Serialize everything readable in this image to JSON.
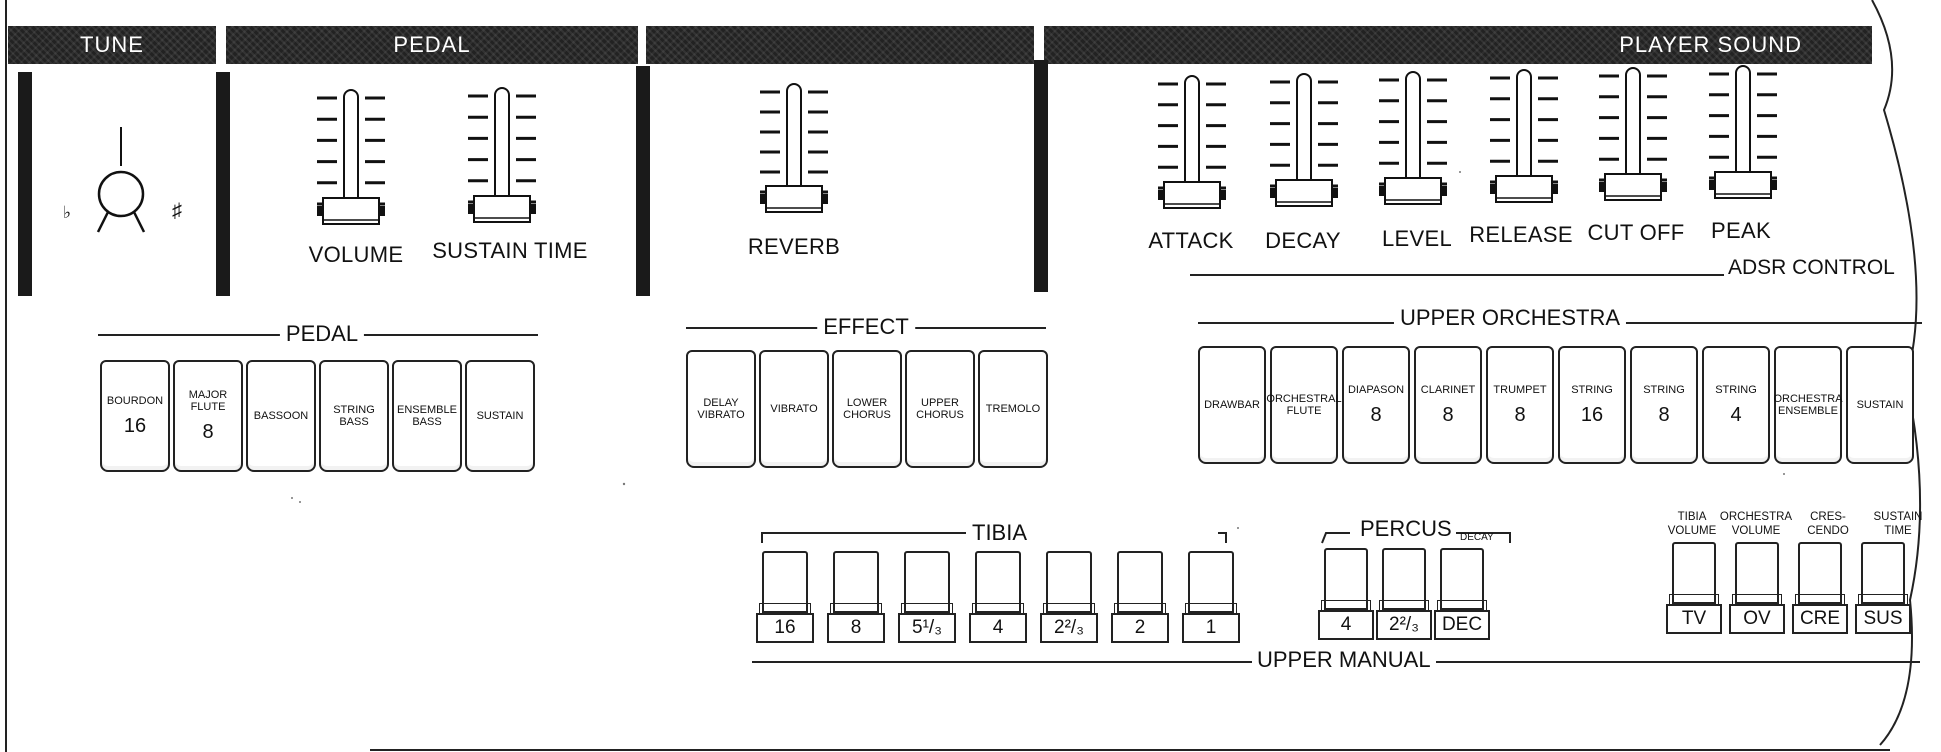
{
  "headers": {
    "tune": "TUNE",
    "pedal": "PEDAL",
    "player_sound": "PLAYER SOUND"
  },
  "tune_knob": {
    "flat": "♭",
    "sharp": "♯"
  },
  "sliders": {
    "volume": "VOLUME",
    "sustain_time": "SUSTAIN TIME",
    "reverb": "REVERB",
    "attack": "ATTACK",
    "decay": "DECAY",
    "level": "LEVEL",
    "release": "RELEASE",
    "cut_off": "CUT OFF",
    "peak": "PEAK"
  },
  "adsr_control": "ADSR CONTROL",
  "pedal_group": {
    "title": "PEDAL",
    "tabs": [
      {
        "name": "BOURDON",
        "foot": "16"
      },
      {
        "name": "MAJOR\nFLUTE",
        "foot": "8"
      },
      {
        "name": "BASSOON",
        "foot": ""
      },
      {
        "name": "STRING\nBASS",
        "foot": ""
      },
      {
        "name": "ENSEMBLE\nBASS",
        "foot": ""
      },
      {
        "name": "SUSTAIN",
        "foot": ""
      }
    ]
  },
  "effect_group": {
    "title": "EFFECT",
    "tabs": [
      {
        "name": "DELAY\nVIBRATO"
      },
      {
        "name": "VIBRATO"
      },
      {
        "name": "LOWER\nCHORUS"
      },
      {
        "name": "UPPER\nCHORUS"
      },
      {
        "name": "TREMOLO"
      }
    ]
  },
  "upper_orchestra": {
    "title": "UPPER ORCHESTRA",
    "tabs": [
      {
        "name": "DRAWBAR",
        "foot": ""
      },
      {
        "name": "ORCHESTRAL\nFLUTE",
        "foot": ""
      },
      {
        "name": "DIAPASON",
        "foot": "8"
      },
      {
        "name": "CLARINET",
        "foot": "8"
      },
      {
        "name": "TRUMPET",
        "foot": "8"
      },
      {
        "name": "STRING",
        "foot": "16"
      },
      {
        "name": "STRING",
        "foot": "8"
      },
      {
        "name": "STRING",
        "foot": "4"
      },
      {
        "name": "ORCHESTRA\nENSEMBLE",
        "foot": ""
      },
      {
        "name": "SUSTAIN",
        "foot": ""
      }
    ]
  },
  "tibia": {
    "title": "TIBIA",
    "keys": [
      "16",
      "8",
      "5¹/₃",
      "4",
      "2²/₃",
      "2",
      "1"
    ]
  },
  "percus": {
    "title": "PERCUS",
    "decay": "DECAY",
    "keys": [
      "4",
      "2²/₃",
      "DEC"
    ]
  },
  "expression": {
    "labels": [
      "TIBIA\nVOLUME",
      "ORCHESTRA\nVOLUME",
      "CRES-\nCENDO",
      "SUSTAIN\nTIME"
    ],
    "keys": [
      "TV",
      "OV",
      "CRE",
      "SUS"
    ]
  },
  "upper_manual": "UPPER MANUAL"
}
